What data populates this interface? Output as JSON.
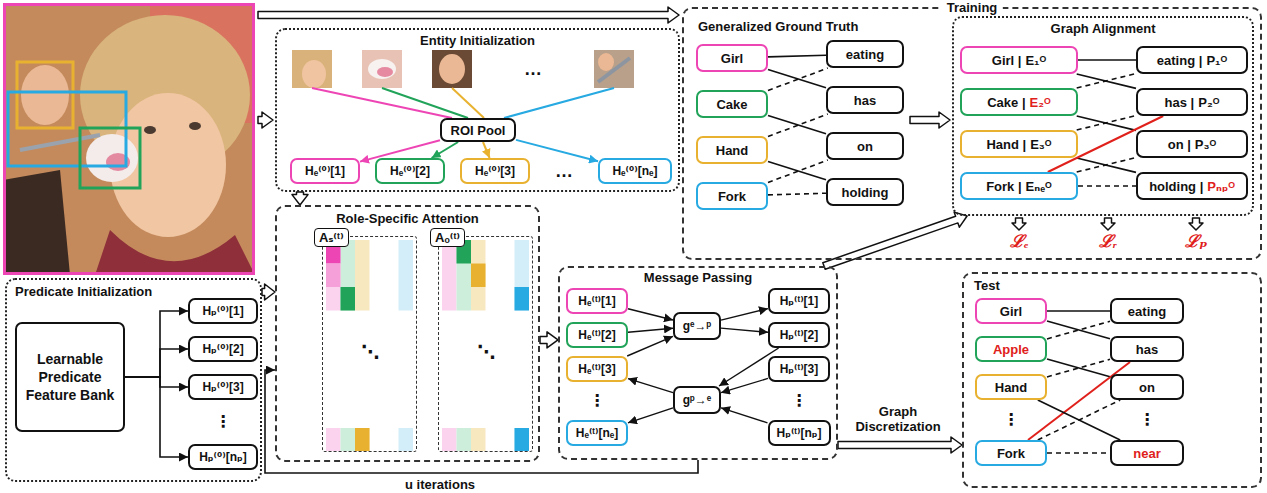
{
  "diagram": {
    "nodes": [
      {
        "text": [
          "Entity Initialization"
        ]
      },
      {
        "text": [
          "ROI Pool"
        ],
        "in": 0
      },
      {
        "text": [
          "Hₑ⁽⁰⁾[1]"
        ],
        "in": 0
      },
      {
        "text": [
          "Hₑ⁽⁰⁾[2]"
        ],
        "in": 0
      },
      {
        "text": [
          "Hₑ⁽⁰⁾[3]"
        ],
        "in": 0
      },
      {
        "text": [
          "Hₑ⁽⁰⁾[nₑ]"
        ],
        "in": 0
      },
      {
        "text": [
          "Predicate Initialization"
        ]
      },
      {
        "text": [
          "Learnable Predicate Feature Bank"
        ],
        "in": 6
      },
      {
        "text": [
          "Hₚ⁽⁰⁾[1]"
        ],
        "in": 6
      },
      {
        "text": [
          "Hₚ⁽⁰⁾[2]"
        ],
        "in": 6
      },
      {
        "text": [
          "Hₚ⁽⁰⁾[3]"
        ],
        "in": 6
      },
      {
        "text": [
          "Hₚ⁽⁰⁾[nₚ]"
        ],
        "in": 6
      },
      {
        "text": [
          "Role-Specific Attention"
        ]
      },
      {
        "text": [
          "Aₛ⁽ᵗ⁾"
        ],
        "in": 12
      },
      {
        "text": [
          "Aₒ⁽ᵗ⁾"
        ],
        "in": 12
      },
      {
        "text": [
          "Message Passing"
        ]
      },
      {
        "text": [
          "Hₑ⁽ᵗ⁾[1]"
        ],
        "in": 15
      },
      {
        "text": [
          "Hₑ⁽ᵗ⁾[2]"
        ],
        "in": 15
      },
      {
        "text": [
          "Hₑ⁽ᵗ⁾[3]"
        ],
        "in": 15
      },
      {
        "text": [
          "Hₑ⁽ᵗ⁾[nₑ]"
        ],
        "in": 15
      },
      {
        "text": [
          "Hₚ⁽ᵗ⁾[1]"
        ],
        "in": 15
      },
      {
        "text": [
          "Hₚ⁽ᵗ⁾[2]"
        ],
        "in": 15
      },
      {
        "text": [
          "Hₚ⁽ᵗ⁾[3]"
        ],
        "in": 15
      },
      {
        "text": [
          "Hₚ⁽ᵗ⁾[nₚ]"
        ],
        "in": 15
      },
      {
        "text": [
          "gᵉ→ᵖ"
        ],
        "in": 15
      },
      {
        "text": [
          "gᵖ→ᵉ"
        ],
        "in": 15
      },
      {
        "text": [
          "Training",
          "Generalized Ground Truth"
        ]
      },
      {
        "text": [
          "Girl"
        ],
        "in": 26
      },
      {
        "text": [
          "Cake"
        ],
        "in": 26
      },
      {
        "text": [
          "Hand"
        ],
        "in": 26
      },
      {
        "text": [
          "Fork"
        ],
        "in": 26
      },
      {
        "text": [
          "eating"
        ],
        "in": 26
      },
      {
        "text": [
          "has"
        ],
        "in": 26
      },
      {
        "text": [
          "on"
        ],
        "in": 26
      },
      {
        "text": [
          "holding"
        ],
        "in": 26
      },
      {
        "text": [
          "Graph Alignment"
        ],
        "in": 26
      },
      {
        "text": [
          "Girl |",
          "E₁ᴼ"
        ],
        "in": 35
      },
      {
        "text": [
          "Cake |",
          "E₂ᴼ"
        ],
        "in": 35
      },
      {
        "text": [
          "Hand |",
          "E₃ᴼ"
        ],
        "in": 35
      },
      {
        "text": [
          "Fork |",
          "Eₙₑᴼ"
        ],
        "in": 35
      },
      {
        "text": [
          "eating |",
          "P₁ᴼ"
        ],
        "in": 35
      },
      {
        "text": [
          "has |",
          "P₂ᴼ"
        ],
        "in": 35
      },
      {
        "text": [
          "on |",
          "P₃ᴼ"
        ],
        "in": 35
      },
      {
        "text": [
          "holding |",
          "Pₙₚᴼ"
        ],
        "in": 35
      },
      {
        "text": [
          "Test"
        ]
      },
      {
        "text": [
          "Girl"
        ],
        "in": 44
      },
      {
        "text": [
          "Apple"
        ],
        "in": 44
      },
      {
        "text": [
          "Hand"
        ],
        "in": 44
      },
      {
        "text": [
          "Fork"
        ],
        "in": 44
      },
      {
        "text": [
          "eating"
        ],
        "in": 44
      },
      {
        "text": [
          "has"
        ],
        "in": 44
      },
      {
        "text": [
          "on"
        ],
        "in": 44
      },
      {
        "text": [
          "near"
        ],
        "in": 44
      }
    ],
    "edges": [
      {
        "from": 0,
        "to": 12,
        "arrow": "to"
      },
      {
        "from": 6,
        "to": 12,
        "arrow": "to"
      },
      {
        "from": 12,
        "to": 15,
        "arrow": "to"
      },
      {
        "from": 15,
        "to": 12,
        "arrow": "to",
        "label": "u iterations"
      },
      {
        "from": 15,
        "to": 35,
        "arrow": "to"
      },
      {
        "from": 15,
        "to": 44,
        "arrow": "to",
        "label": "Graph Discretization"
      },
      {
        "from": 1,
        "to": 2,
        "arrow": "to"
      },
      {
        "from": 1,
        "to": 3,
        "arrow": "to"
      },
      {
        "from": 1,
        "to": 4,
        "arrow": "to"
      },
      {
        "from": 1,
        "to": 5,
        "arrow": "to"
      },
      {
        "from": 7,
        "to": 8,
        "arrow": "to"
      },
      {
        "from": 7,
        "to": 9,
        "arrow": "to"
      },
      {
        "from": 7,
        "to": 10,
        "arrow": "to"
      },
      {
        "from": 7,
        "to": 11,
        "arrow": "to"
      },
      {
        "from": 16,
        "to": 24,
        "arrow": "to"
      },
      {
        "from": 17,
        "to": 24,
        "arrow": "to"
      },
      {
        "from": 18,
        "to": 24,
        "arrow": "to"
      },
      {
        "from": 24,
        "to": 20,
        "arrow": "to"
      },
      {
        "from": 24,
        "to": 21,
        "arrow": "to"
      },
      {
        "from": 21,
        "to": 25,
        "arrow": "to"
      },
      {
        "from": 22,
        "to": 25,
        "arrow": "to"
      },
      {
        "from": 23,
        "to": 25,
        "arrow": "to"
      },
      {
        "from": 25,
        "to": 18,
        "arrow": "to"
      },
      {
        "from": 25,
        "to": 19,
        "arrow": "to"
      },
      {
        "from": 27,
        "to": 31,
        "arrow": "none"
      },
      {
        "from": 28,
        "to": 31,
        "arrow": "none"
      },
      {
        "from": 27,
        "to": 32,
        "arrow": "none"
      },
      {
        "from": 29,
        "to": 32,
        "arrow": "none"
      },
      {
        "from": 28,
        "to": 33,
        "arrow": "none"
      },
      {
        "from": 30,
        "to": 33,
        "arrow": "none"
      },
      {
        "from": 29,
        "to": 34,
        "arrow": "none"
      },
      {
        "from": 30,
        "to": 34,
        "arrow": "none"
      },
      {
        "from": 36,
        "to": 40,
        "arrow": "none"
      },
      {
        "from": 37,
        "to": 40,
        "arrow": "none"
      },
      {
        "from": 36,
        "to": 41,
        "arrow": "none"
      },
      {
        "from": 38,
        "to": 41,
        "arrow": "none"
      },
      {
        "from": 37,
        "to": 42,
        "arrow": "none"
      },
      {
        "from": 39,
        "to": 42,
        "arrow": "none"
      },
      {
        "from": 38,
        "to": 43,
        "arrow": "none"
      },
      {
        "from": 39,
        "to": 41,
        "arrow": "none"
      },
      {
        "from": 39,
        "to": 43,
        "arrow": "none"
      },
      {
        "from": 45,
        "to": 49,
        "arrow": "none"
      },
      {
        "from": 46,
        "to": 49,
        "arrow": "none"
      },
      {
        "from": 45,
        "to": 50,
        "arrow": "none"
      },
      {
        "from": 47,
        "to": 50,
        "arrow": "none"
      },
      {
        "from": 46,
        "to": 51,
        "arrow": "none"
      },
      {
        "from": 48,
        "to": 51,
        "arrow": "none"
      },
      {
        "from": 48,
        "to": 50,
        "arrow": "none"
      },
      {
        "from": 47,
        "to": 52,
        "arrow": "none"
      },
      {
        "from": 48,
        "to": 52,
        "arrow": "none"
      }
    ],
    "labels": [
      "…",
      "…",
      "⋮",
      "⋱",
      "⋱",
      "⋮",
      "⋮",
      "ℒₑ",
      "ℒᵣ",
      "ℒₚ",
      "⋮",
      "⋮"
    ]
  }
}
